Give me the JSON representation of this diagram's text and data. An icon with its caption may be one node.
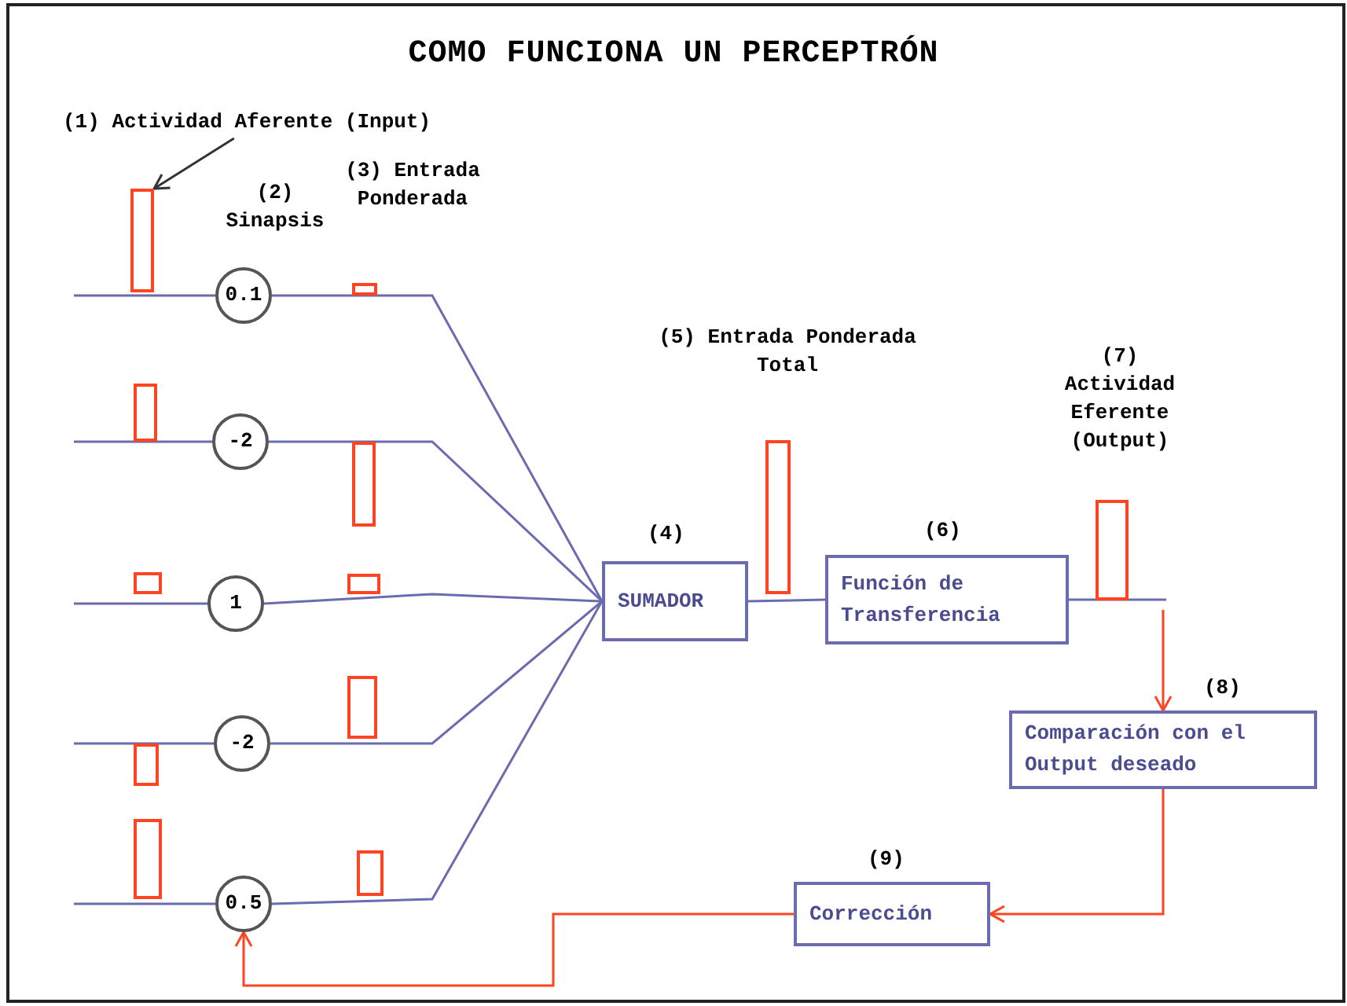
{
  "diagram": {
    "title": "COMO FUNCIONA UN PERCEPTRÓN",
    "nodes": [
      {
        "text": [
          "(1) Actividad Aferente (Input)"
        ]
      },
      {
        "text": [],
        "shape": "bar"
      },
      {
        "text": [
          "0.1"
        ]
      },
      {
        "text": [
          "-2"
        ]
      },
      {
        "text": [
          "1"
        ]
      },
      {
        "text": [
          "-2"
        ]
      },
      {
        "text": [
          "0.5"
        ]
      },
      {
        "text": [
          "SUMADOR"
        ],
        "beside": [
          "(4)"
        ]
      },
      {
        "text": [
          "Función de Transferencia"
        ],
        "beside": [
          "(6)"
        ]
      },
      {
        "text": [
          "Comparación con el Output deseado"
        ],
        "beside": [
          "(8)"
        ]
      },
      {
        "text": [
          "Corrección"
        ],
        "beside": [
          "(9)"
        ]
      }
    ],
    "edges": [
      {
        "from": 0,
        "to": 1,
        "arrow": "to",
        "color": "#333333"
      },
      {
        "from": null,
        "to": 2,
        "arrow": "none"
      },
      {
        "from": null,
        "to": 3,
        "arrow": "none"
      },
      {
        "from": null,
        "to": 4,
        "arrow": "none"
      },
      {
        "from": null,
        "to": 5,
        "arrow": "none"
      },
      {
        "from": null,
        "to": 6,
        "arrow": "none"
      },
      {
        "from": 2,
        "to": 7,
        "arrow": "none"
      },
      {
        "from": 3,
        "to": 7,
        "arrow": "none"
      },
      {
        "from": 4,
        "to": 7,
        "arrow": "none"
      },
      {
        "from": 5,
        "to": 7,
        "arrow": "none"
      },
      {
        "from": 6,
        "to": 7,
        "arrow": "none"
      },
      {
        "from": 7,
        "to": 8,
        "arrow": "none"
      },
      {
        "from": 8,
        "to": null,
        "arrow": "none"
      },
      {
        "from": null,
        "to": 9,
        "arrow": "to",
        "color": "#ff4422"
      },
      {
        "from": 9,
        "to": 10,
        "arrow": "to",
        "color": "#ff4422"
      },
      {
        "from": 10,
        "to": 6,
        "arrow": "to",
        "color": "#ff4422"
      }
    ],
    "labels": [
      "(2) Sinapsis",
      "(3) Entrada Ponderada",
      "(5) Entrada Ponderada Total",
      "(7) Actividad Eferente (Output)"
    ]
  }
}
